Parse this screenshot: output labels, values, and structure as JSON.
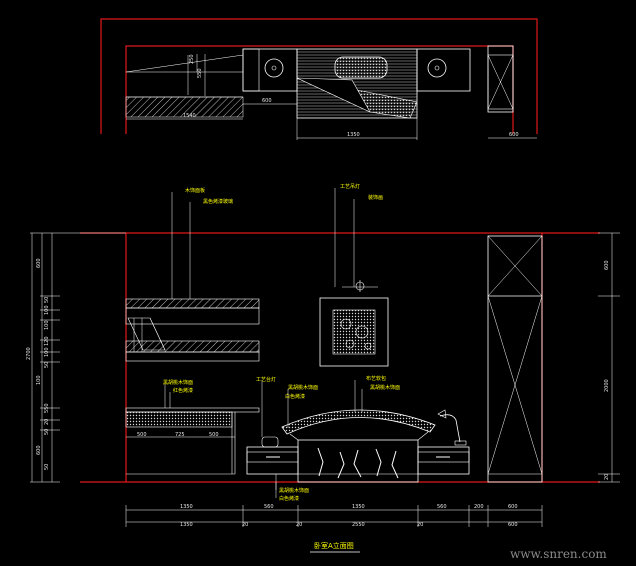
{
  "colors": {
    "wall": "#e01818",
    "line": "#ffffff",
    "label": "#ffff00",
    "hatch": "#bbbbbb",
    "background": "#000000"
  },
  "plan": {
    "dims": [
      "250",
      "550",
      "600",
      "1540",
      "1350",
      "600"
    ]
  },
  "elevation": {
    "left_dims": [
      "2700",
      "600",
      "50",
      "100",
      "100",
      "120",
      "100",
      "50",
      "100",
      "550",
      "20",
      "50",
      "600",
      "50"
    ],
    "right_dims": [
      "600",
      "2000",
      "20"
    ],
    "bottom_row1": [
      "1350",
      "560",
      "1350",
      "560",
      "200",
      "600"
    ],
    "bottom_row2": [
      "1350",
      "20",
      "20",
      "2550",
      "20",
      "600"
    ],
    "shelf_dims": [
      "500",
      "725",
      "500"
    ],
    "labels": {
      "shelf_top_a": "木饰面板",
      "shelf_top_b": "黑色烤漆玻璃",
      "pendant_a": "工艺吊灯",
      "pendant_b": "装饰画",
      "desk_a": "黑胡桃木饰面",
      "desk_b": "红色烤漆",
      "lamp_a": "工艺台灯",
      "nightstand_a": "黑胡桃木饰面",
      "nightstand_b": "白色烤漆",
      "bed_a": "布艺软包",
      "bed_b": "黑胡桃木饰面",
      "drawer_a": "黑胡桃木饰面",
      "drawer_b": "白色烤漆"
    },
    "title": "卧室A立面图"
  },
  "watermark": "www.snren.com"
}
